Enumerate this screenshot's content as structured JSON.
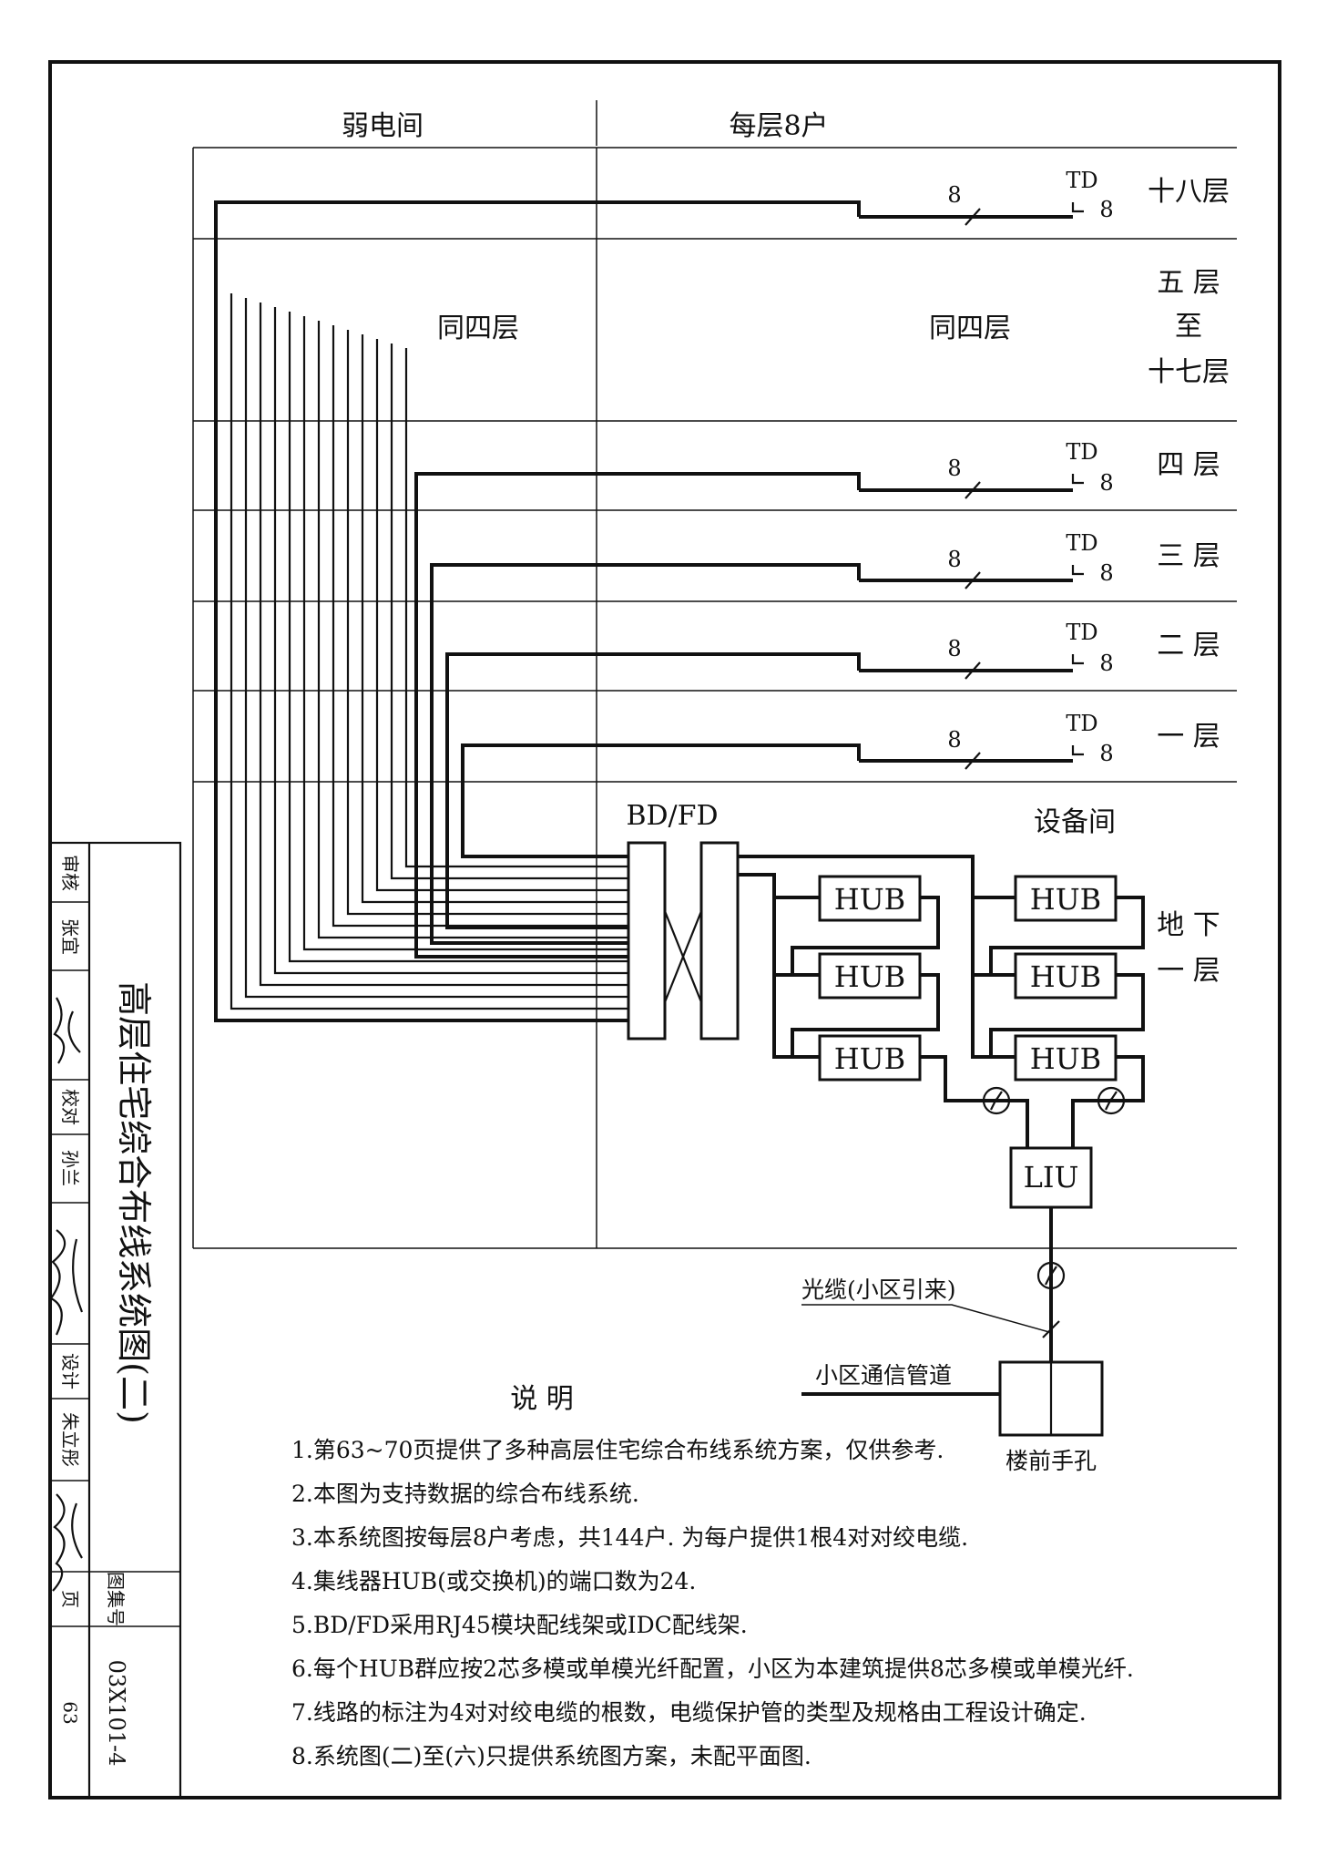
{
  "header": {
    "left": "弱电间",
    "right": "每层8户"
  },
  "floors": [
    {
      "label": "十八层",
      "count": "8",
      "outlet": "TD",
      "outlet_count": "8"
    },
    {
      "label_lines": [
        "五 层",
        "至",
        "十七层"
      ],
      "same_left": "同四层",
      "same_right": "同四层"
    },
    {
      "label": "四 层",
      "count": "8",
      "outlet": "TD",
      "outlet_count": "8"
    },
    {
      "label": "三 层",
      "count": "8",
      "outlet": "TD",
      "outlet_count": "8"
    },
    {
      "label": "二 层",
      "count": "8",
      "outlet": "TD",
      "outlet_count": "8"
    },
    {
      "label": "一 层",
      "count": "8",
      "outlet": "TD",
      "outlet_count": "8"
    }
  ],
  "basement": {
    "bdfd": "BD/FD",
    "room": "设备间",
    "label_lines": [
      "地 下",
      "一 层"
    ],
    "hub": "HUB",
    "liu": "LIU",
    "fiber_label": "光缆(小区引来)",
    "duct_label": "小区通信管道",
    "manhole": "楼前手孔"
  },
  "notes": {
    "title": "说 明",
    "items": [
      "1.第63~70页提供了多种高层住宅综合布线系统方案，仅供参考.",
      "2.本图为支持数据的综合布线系统.",
      "3.本系统图按每层8户考虑，共144户. 为每户提供1根4对对绞电缆.",
      "4.集线器HUB(或交换机)的端口数为24.",
      "5.BD/FD采用RJ45模块配线架或IDC配线架.",
      "6.每个HUB群应按2芯多模或单模光纤配置，小区为本建筑提供8芯多模或单模光纤.",
      "7.线路的标注为4对对绞电缆的根数，电缆保护管的类型及规格由工程设计确定.",
      "8.系统图(二)至(六)只提供系统图方案，未配平面图."
    ]
  },
  "title_block": {
    "drawing_title": "高层住宅综合布线系统图(二)",
    "review_label": "审核",
    "review_name": "张宜",
    "check_label": "校对",
    "check_name": "孙兰",
    "design_label": "设计",
    "design_name": "朱立彤",
    "atlas_label": "图集号",
    "atlas_no": "03X101-4",
    "page_label": "页",
    "page_no": "63"
  }
}
